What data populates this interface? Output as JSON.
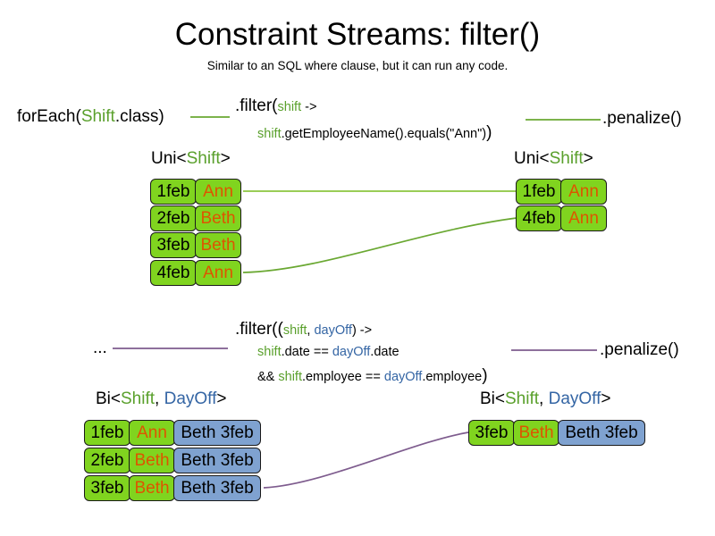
{
  "header": {
    "title": "Constraint Streams: filter()",
    "subtitle": "Similar to an SQL where clause, but it can run any code."
  },
  "colors": {
    "card_green": "#80d41f",
    "card_blue": "#7fa2d0",
    "name_orange": "#dd5500",
    "keyword_green": "#5aa02c",
    "keyword_blue": "#3465a4",
    "line_green": "#6aa832",
    "line_purple": "#7e5c8e",
    "card_border": "#1a1a1a"
  },
  "section_one": {
    "source_label": {
      "prefix": "forEach(",
      "type": "Shift",
      "suffix": ".class)"
    },
    "filter_line1": {
      "method": ".filter(",
      "param": "shift",
      "arrow": " ->"
    },
    "filter_line2": {
      "param": "shift",
      "body": ".getEmployeeName().equals(\"Ann\")",
      "close": ")"
    },
    "penalize_label": ".penalize()",
    "input_stream": {
      "header_prefix": "Uni<",
      "header_type": "Shift",
      "header_suffix": ">",
      "rows": [
        {
          "date": "1feb",
          "name": "Ann"
        },
        {
          "date": "2feb",
          "name": "Beth"
        },
        {
          "date": "3feb",
          "name": "Beth"
        },
        {
          "date": "4feb",
          "name": "Ann"
        }
      ]
    },
    "output_stream": {
      "header_prefix": "Uni<",
      "header_type": "Shift",
      "header_suffix": ">",
      "rows": [
        {
          "date": "1feb",
          "name": "Ann"
        },
        {
          "date": "4feb",
          "name": "Ann"
        }
      ]
    }
  },
  "section_two": {
    "source_label": "...",
    "filter_line1": {
      "method": ".filter((",
      "param1": "shift",
      "comma": ", ",
      "param2": "dayOff",
      "arrow": ") ->"
    },
    "filter_line2": {
      "param1": "shift",
      "mid": ".date == ",
      "param2": "dayOff",
      "tail": ".date"
    },
    "filter_line3": {
      "lead": "&& ",
      "param1": "shift",
      "mid": ".employee == ",
      "param2": "dayOff",
      "tail": ".employee",
      "close": ")"
    },
    "penalize_label": ".penalize()",
    "input_stream": {
      "header_prefix": "Bi<",
      "header_type1": "Shift",
      "header_comma": ", ",
      "header_type2": "DayOff",
      "header_suffix": ">",
      "rows": [
        {
          "date": "1feb",
          "name": "Ann",
          "dayoff": "Beth 3feb"
        },
        {
          "date": "2feb",
          "name": "Beth",
          "dayoff": "Beth 3feb"
        },
        {
          "date": "3feb",
          "name": "Beth",
          "dayoff": "Beth 3feb"
        }
      ]
    },
    "output_stream": {
      "header_prefix": "Bi<",
      "header_type1": "Shift",
      "header_comma": ", ",
      "header_type2": "DayOff",
      "header_suffix": ">",
      "rows": [
        {
          "date": "3feb",
          "name": "Beth",
          "dayoff": "Beth 3feb"
        }
      ]
    }
  }
}
